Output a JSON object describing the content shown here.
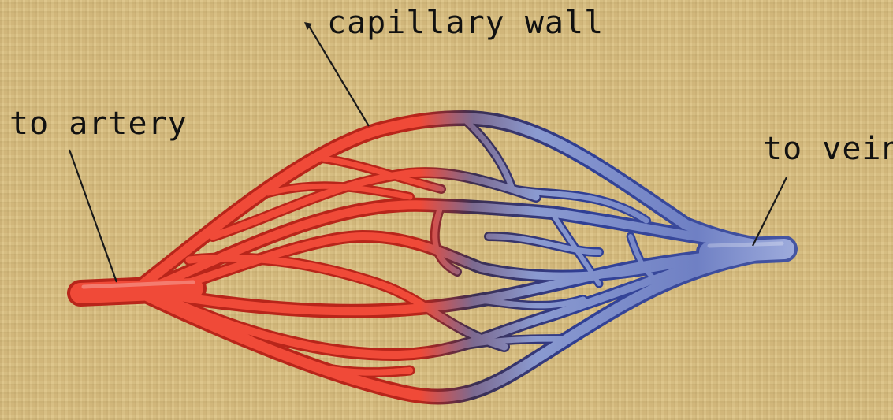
{
  "labels": {
    "capillary_wall": "capillary wall",
    "to_artery": "to artery",
    "to_vein": "to vein"
  },
  "colors": {
    "background": "#d9c083",
    "artery": "#f04a38",
    "artery_dark": "#b8251a",
    "vein": "#7f8fc9",
    "vein_dark": "#2f3f95",
    "vein_light": "#c8d0ea",
    "pointer": "#1a1a1a"
  }
}
